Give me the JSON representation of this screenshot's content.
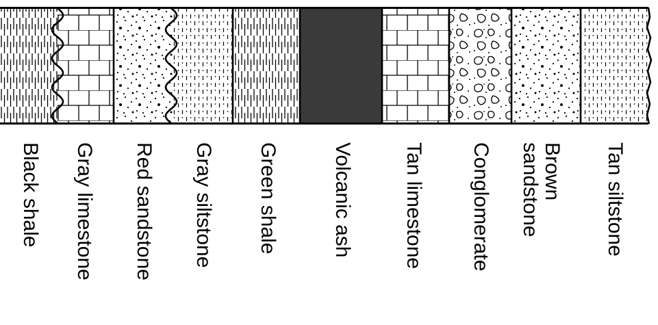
{
  "layers": [
    {
      "key": "black-shale",
      "lines": [
        "Black shale"
      ],
      "pattern": "shale"
    },
    {
      "key": "gray-limestone",
      "lines": [
        "Gray limestone"
      ],
      "pattern": "limestone"
    },
    {
      "key": "red-sandstone",
      "lines": [
        "Red sandstone"
      ],
      "pattern": "sandstone"
    },
    {
      "key": "gray-siltstone",
      "lines": [
        "Gray siltstone"
      ],
      "pattern": "siltstone"
    },
    {
      "key": "green-shale",
      "lines": [
        "Green shale"
      ],
      "pattern": "shale"
    },
    {
      "key": "volcanic-ash",
      "lines": [
        "Volcanic ash"
      ],
      "pattern": "ash",
      "fill": "#3a3a3a"
    },
    {
      "key": "tan-limestone",
      "lines": [
        "Tan limestone"
      ],
      "pattern": "limestone"
    },
    {
      "key": "conglomerate",
      "lines": [
        "Conglomerate"
      ],
      "pattern": "conglomerate"
    },
    {
      "key": "brown-sandstone",
      "lines": [
        "Brown",
        "sandstone"
      ],
      "pattern": "sandstone"
    },
    {
      "key": "tan-siltstone",
      "lines": [
        "Tan siltstone"
      ],
      "pattern": "siltstone"
    }
  ],
  "unconformities": [
    "Gray limestone",
    "Gray siltstone"
  ]
}
